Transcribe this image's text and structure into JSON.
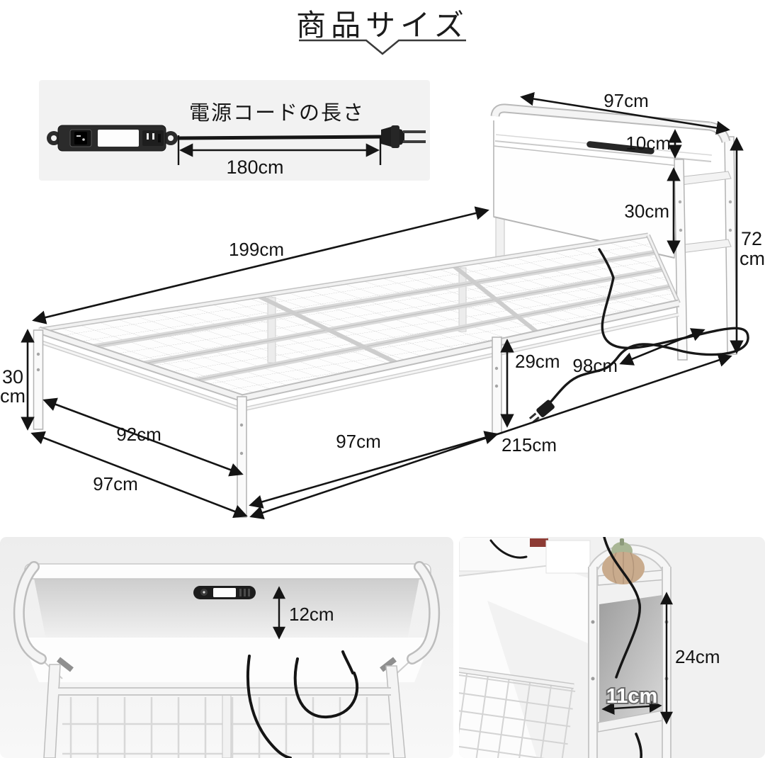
{
  "title": "商品サイズ",
  "power_cord": {
    "label": "電源コードの長さ",
    "length": "180cm"
  },
  "bed": {
    "top_width": "97cm",
    "slot_height": "10cm",
    "panel_height": "30cm",
    "total_height_value": "72",
    "total_height_unit": "cm",
    "length": "199cm",
    "clearance": "29cm",
    "head_outer_width": "98cm",
    "leg_height_value": "30",
    "leg_height_unit": "cm",
    "inner_width": "92cm",
    "foot_outer_width": "97cm",
    "front_width": "97cm",
    "total_length": "215cm"
  },
  "headboard_photo": {
    "inner_height": "12cm"
  },
  "shelf_photo": {
    "shelf_height": "24cm",
    "shelf_depth": "11cm"
  },
  "colors": {
    "dimension_line": "#141414",
    "panel_background": "#f2f2f2",
    "photo_background": "#f1f1f1",
    "metal_outline": "#b5b5b5",
    "cable": "#181818"
  }
}
